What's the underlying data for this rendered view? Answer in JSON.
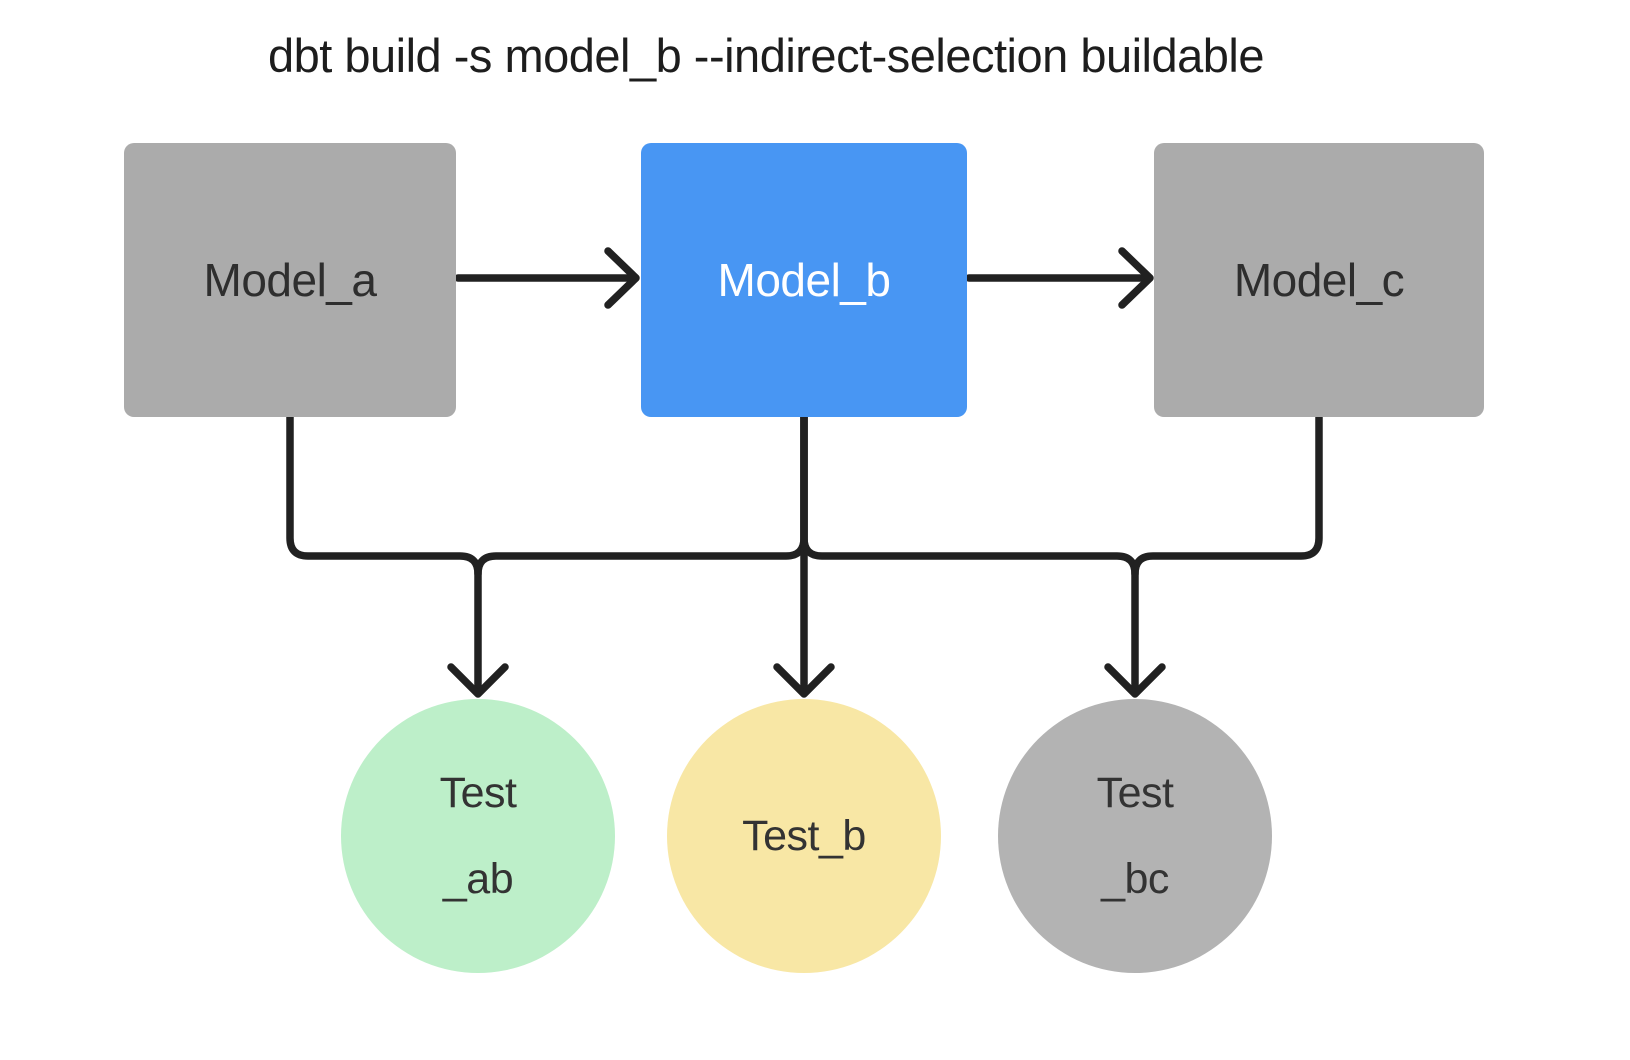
{
  "title": "dbt build -s model_b --indirect-selection buildable",
  "line_color": "#212121",
  "nodes": {
    "model_a": {
      "label": "Model_a",
      "type": "model",
      "color": "#ABABAB",
      "text_color": "#2e2e2e"
    },
    "model_b": {
      "label": "Model_b",
      "type": "model",
      "color": "#4896F3",
      "text_color": "#ffffff"
    },
    "model_c": {
      "label": "Model_c",
      "type": "model",
      "color": "#ABABAB",
      "text_color": "#2e2e2e"
    },
    "test_ab": {
      "label": "Test _ab",
      "line1": "Test",
      "line2": "_ab",
      "type": "test",
      "color": "#BDEFC9"
    },
    "test_b": {
      "label": "Test_b",
      "line1": "Test_b",
      "type": "test",
      "color": "#F8E7A5"
    },
    "test_bc": {
      "label": "Test _bc",
      "line1": "Test",
      "line2": "_bc",
      "type": "test",
      "color": "#B3B3B3"
    }
  },
  "edges": [
    {
      "from": "model_a",
      "to": "model_b"
    },
    {
      "from": "model_b",
      "to": "model_c"
    },
    {
      "from": "model_a",
      "to": "test_ab"
    },
    {
      "from": "model_b",
      "to": "test_ab"
    },
    {
      "from": "model_b",
      "to": "test_b"
    },
    {
      "from": "model_b",
      "to": "test_bc"
    },
    {
      "from": "model_c",
      "to": "test_bc"
    }
  ]
}
